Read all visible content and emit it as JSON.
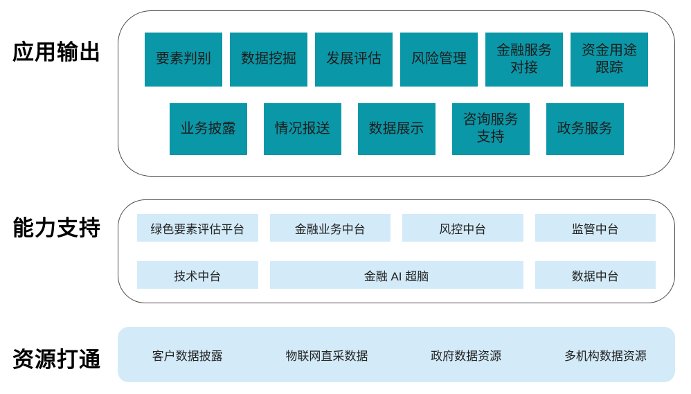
{
  "colors": {
    "teal_box": "#0a97a7",
    "light_blue_box": "#d3eaf8",
    "box_text": "#1c1c1c",
    "label_text": "#000000",
    "container_border": "#4b4b4b"
  },
  "sections": [
    {
      "label": "应用输出",
      "rows": [
        {
          "items": [
            "要素判别",
            "数据挖掘",
            "发展评估",
            "风险管理",
            "金融服务对接",
            "资金用途跟踪"
          ]
        },
        {
          "items": [
            "业务披露",
            "情况报送",
            "数据展示",
            "咨询服务支持",
            "政务服务"
          ]
        }
      ]
    },
    {
      "label": "能力支持",
      "rows": [
        {
          "items": [
            "绿色要素评估平台",
            "金融业务中台",
            "风控中台",
            "监管中台"
          ]
        },
        {
          "items": [
            "技术中台",
            "金融 AI 超脑",
            "数据中台"
          ]
        }
      ]
    },
    {
      "label": "资源打通",
      "items": [
        "客户数据披露",
        "物联网直采数据",
        "政府数据资源",
        "多机构数据资源"
      ]
    }
  ]
}
